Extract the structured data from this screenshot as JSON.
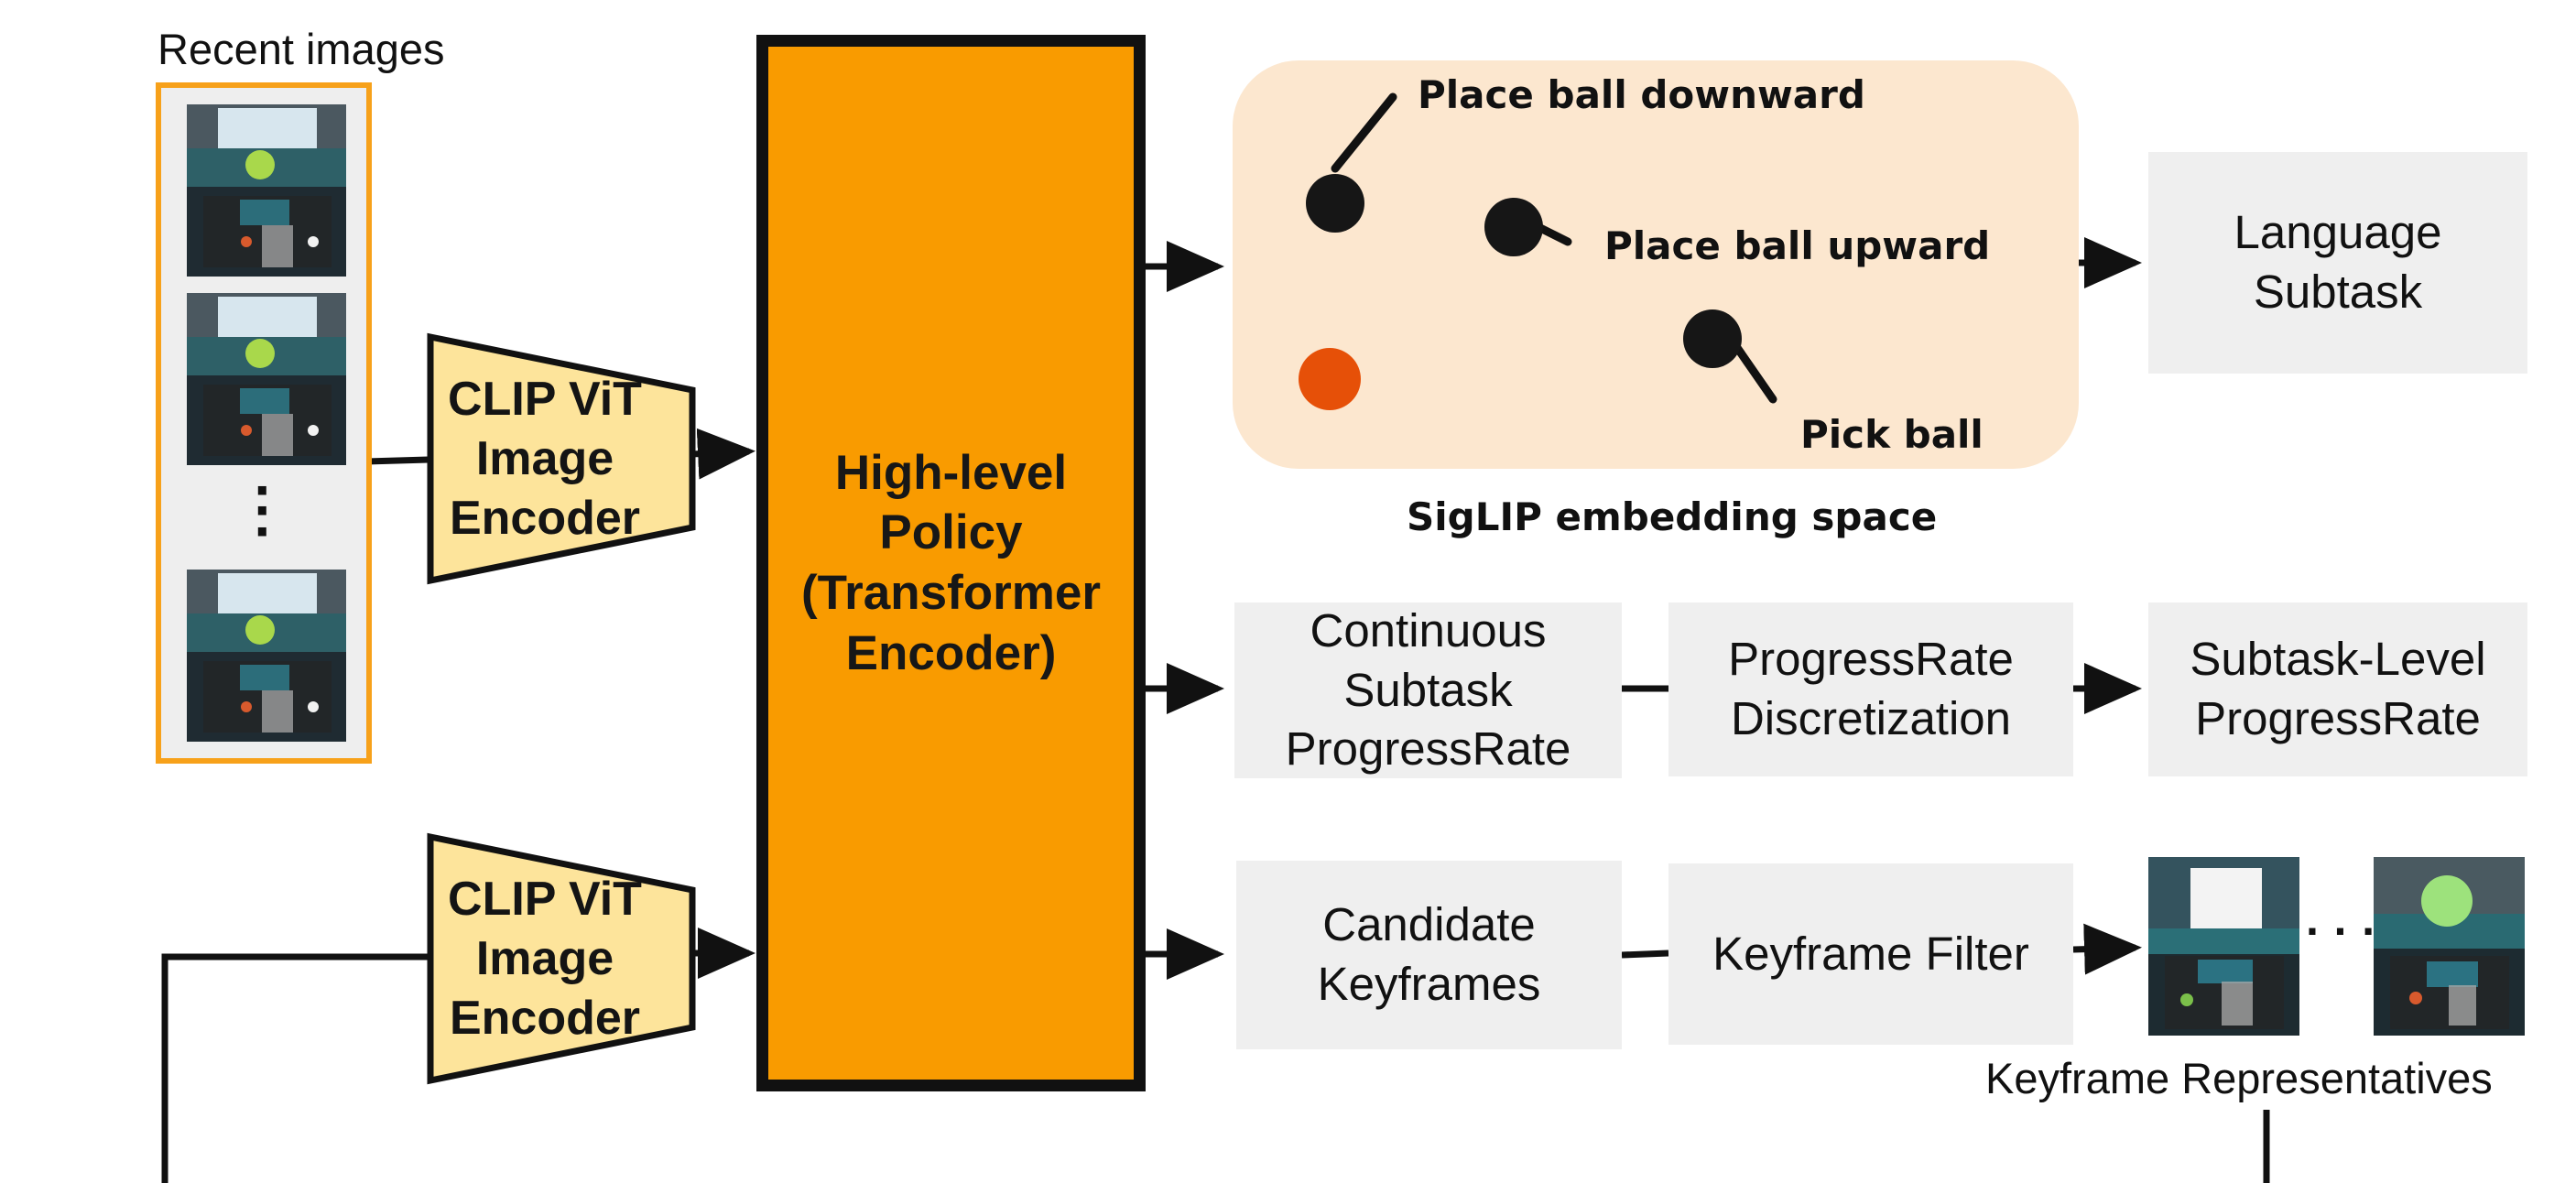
{
  "inputs": {
    "recent_images_label": "Recent images"
  },
  "encoders": {
    "top_label": "CLIP ViT\nImage\nEncoder",
    "bottom_label": "CLIP ViT\nImage\nEncoder",
    "fill_color": "#fde49b"
  },
  "policy": {
    "label": "High-level\nPolicy\n(Transformer\nEncoder)",
    "fill_color": "#f99b00"
  },
  "embedding_space": {
    "caption": "SigLIP embedding space",
    "background_color": "#fce7cf",
    "points": [
      {
        "label": "Place ball downward",
        "color": "#161616"
      },
      {
        "label": "Place ball upward",
        "color": "#161616"
      },
      {
        "label": "Pick ball",
        "color": "#161616"
      },
      {
        "label": "",
        "color": "#e65008"
      }
    ]
  },
  "outputs": {
    "language_subtask": "Language\nSubtask",
    "continuous_progress": "Continuous\nSubtask\nProgressRate",
    "discretization": "ProgressRate\nDiscretization",
    "subtask_level_progress": "Subtask-Level\nProgressRate",
    "candidate_keyframes": "Candidate\nKeyframes",
    "keyframe_filter": "Keyframe Filter",
    "keyframe_representatives": "Keyframe Representatives",
    "ellipsis": "· · ·",
    "box_color": "#efefef"
  }
}
